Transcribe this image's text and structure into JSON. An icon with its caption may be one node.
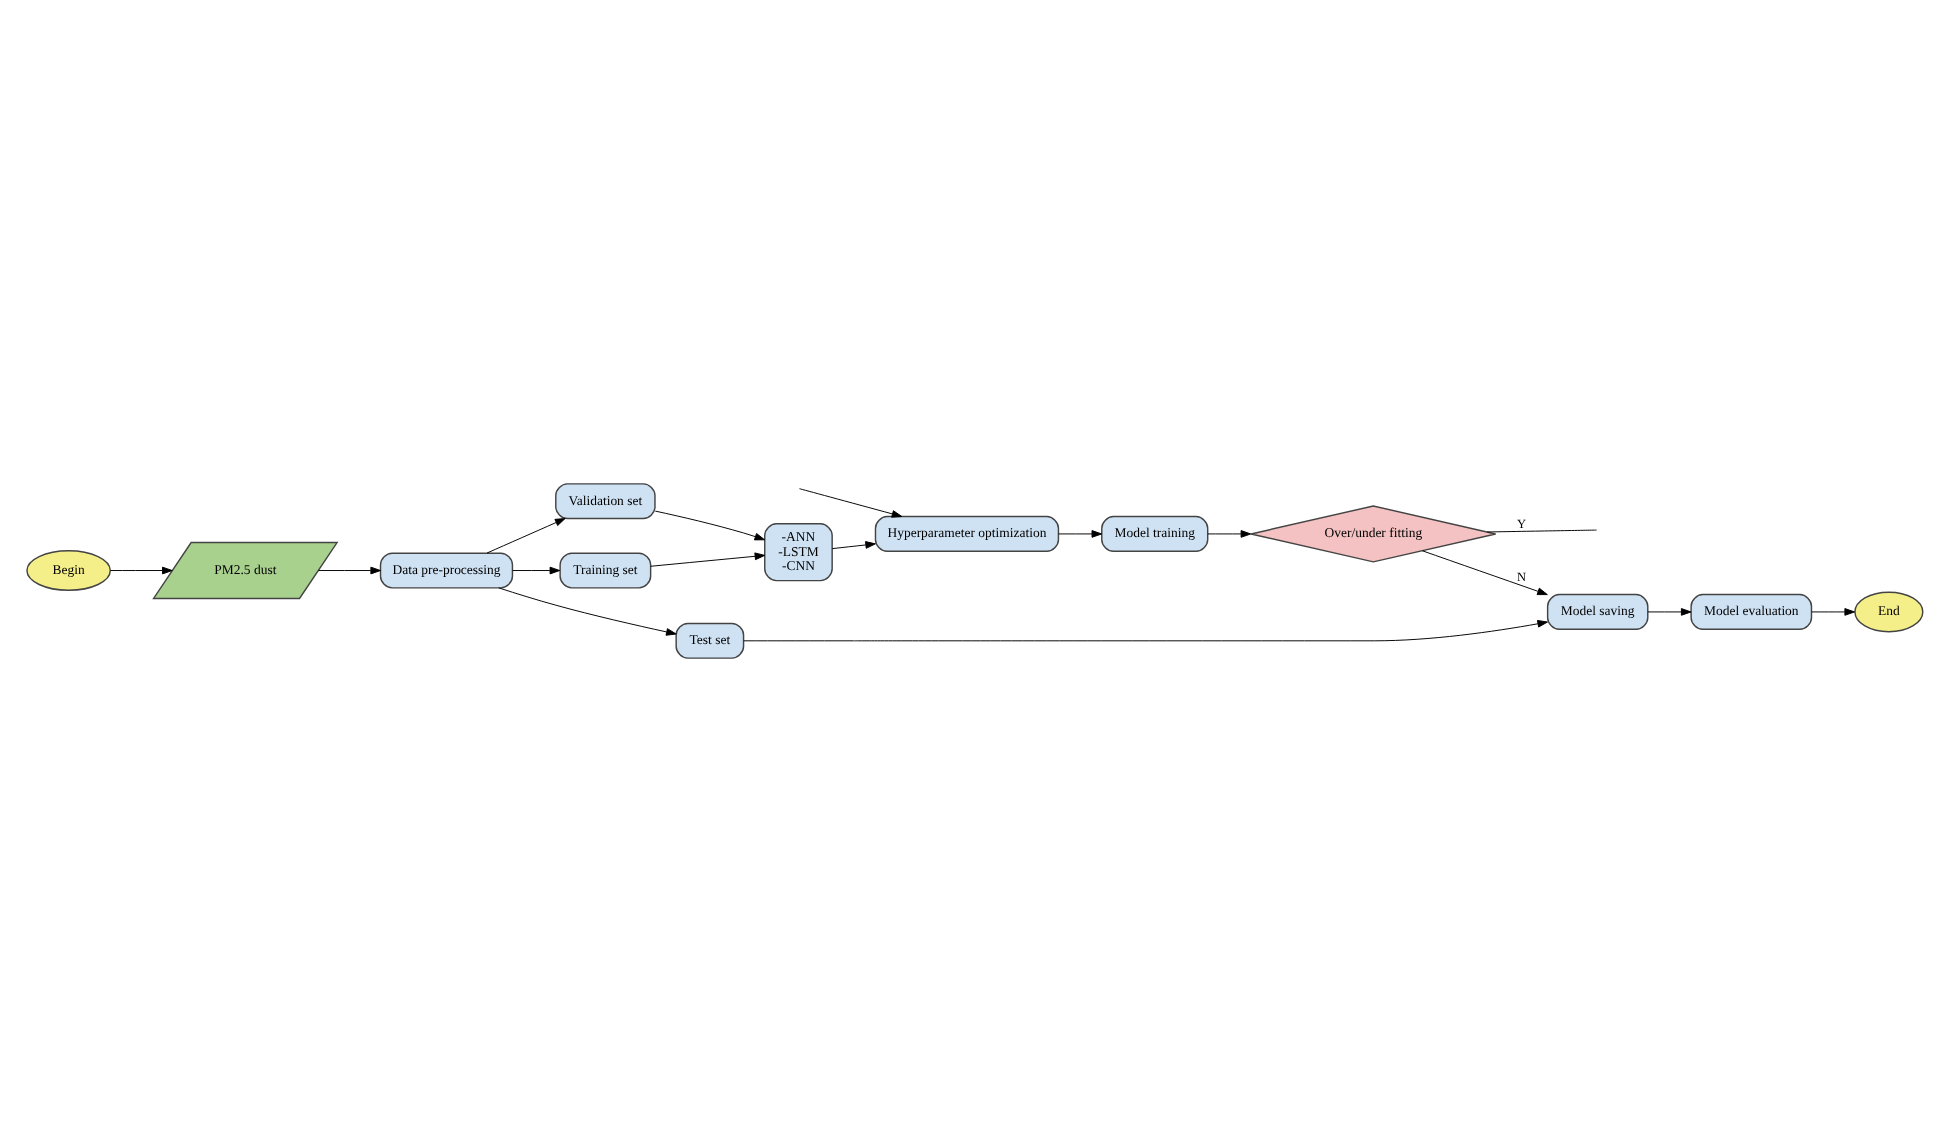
{
  "diagram": {
    "nodes": [
      {
        "text": [
          "Begin"
        ]
      },
      {
        "text": [
          "PM2.5 dust"
        ]
      },
      {
        "text": [
          "Data pre-processing"
        ]
      },
      {
        "text": [
          "Training set"
        ]
      },
      {
        "text": [
          "Validation set"
        ]
      },
      {
        "text": [
          "-ANN",
          "-LSTM",
          "-CNN"
        ]
      },
      {
        "text": [
          "Test set"
        ]
      },
      {
        "text": [
          "Hyperparameter optimization"
        ]
      },
      {
        "text": [
          "Model training"
        ]
      },
      {
        "text": [
          "Over/under fitting"
        ]
      },
      {
        "text": [
          "Model saving"
        ]
      },
      {
        "text": [
          "Model evaluation"
        ]
      },
      {
        "text": [
          "End"
        ]
      }
    ],
    "edges": [
      {
        "from": 0,
        "to": 1,
        "arrow": "to"
      },
      {
        "from": 1,
        "to": 2,
        "arrow": "to"
      },
      {
        "from": 2,
        "to": 3,
        "arrow": "to"
      },
      {
        "from": 2,
        "to": 4,
        "arrow": "to"
      },
      {
        "from": 3,
        "to": 5,
        "arrow": "to"
      },
      {
        "from": 4,
        "to": 5,
        "arrow": "to"
      },
      {
        "from": 2,
        "to": 6,
        "arrow": "to"
      },
      {
        "from": 5,
        "to": 7,
        "arrow": "to"
      },
      {
        "from": 7,
        "to": 8,
        "arrow": "to"
      },
      {
        "from": 8,
        "to": 9,
        "arrow": "to"
      },
      {
        "from": 9,
        "to": 10,
        "label": "N",
        "arrow": "to"
      },
      {
        "from": 6,
        "to": 10,
        "arrow": "to"
      },
      {
        "from": 10,
        "to": 11,
        "arrow": "to"
      },
      {
        "from": 11,
        "to": 12,
        "arrow": "to"
      },
      {
        "from": 9,
        "to": null,
        "label": "Y",
        "arrow": "none"
      },
      {
        "from": null,
        "to": 7,
        "arrow": "to"
      }
    ]
  }
}
